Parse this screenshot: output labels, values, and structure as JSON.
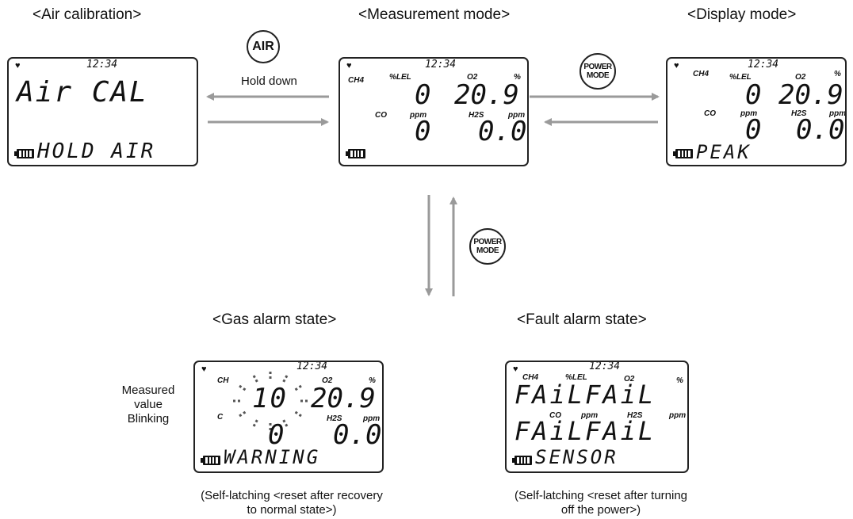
{
  "titles": {
    "air_calibration": "<Air calibration>",
    "measurement_mode": "<Measurement mode>",
    "display_mode": "<Display mode>",
    "gas_alarm_state": "<Gas alarm state>",
    "fault_alarm_state": "<Fault alarm state>"
  },
  "buttons": {
    "air": "AIR",
    "power_mode_line1": "POWER",
    "power_mode_line2": "MODE"
  },
  "labels": {
    "hold_down": "Hold down",
    "blinking_line1": "Measured",
    "blinking_line2": "value",
    "blinking_line3": "Blinking",
    "gas_note_line1": "(Self-latching <reset after recovery",
    "gas_note_line2": "to normal state>)",
    "fault_note_line1": "(Self-latching <reset after turning",
    "fault_note_line2": "off the power>)"
  },
  "screens": {
    "air": {
      "clock": "12:34",
      "line1": "Air CAL",
      "line2": "HOLD AIR"
    },
    "measurement": {
      "clock": "12:34",
      "ch4_label": "CH4",
      "lel_unit": "%LEL",
      "o2_label": "O2",
      "o2_unit": "%",
      "ch4_value": "0",
      "o2_value": "20.9",
      "co_label": "CO",
      "co_unit": "ppm",
      "h2s_label": "H2S",
      "h2s_unit": "ppm",
      "co_value": "0",
      "h2s_value": "0.0"
    },
    "display": {
      "clock": "12:34",
      "ch4_label": "CH4",
      "lel_unit": "%LEL",
      "o2_label": "O2",
      "o2_unit": "%",
      "ch4_value": "0",
      "o2_value": "20.9",
      "co_label": "CO",
      "co_unit": "ppm",
      "h2s_label": "H2S",
      "h2s_unit": "ppm",
      "co_value": "0",
      "h2s_value": "0.0",
      "status": "PEAK"
    },
    "gas_alarm": {
      "clock": "12:34",
      "ch4_label": "CH",
      "o2_label": "O2",
      "o2_unit": "%",
      "ch4_value": "10",
      "o2_value": "20.9",
      "co_label": "C",
      "h2s_label": "H2S",
      "h2s_unit": "ppm",
      "co_value": "0",
      "h2s_value": "0.0",
      "status": "WARNING"
    },
    "fault_alarm": {
      "clock": "12:34",
      "ch4_label": "CH4",
      "lel_unit": "%LEL",
      "o2_label": "O2",
      "o2_unit": "%",
      "row1": "FAiLFAiL",
      "co_label": "CO",
      "co_unit": "ppm",
      "h2s_label": "H2S",
      "h2s_unit": "ppm",
      "row2": "FAiLFAiL",
      "status": "SENSOR"
    }
  },
  "colors": {
    "arrow": "#9a9a9a",
    "outline": "#222222"
  }
}
